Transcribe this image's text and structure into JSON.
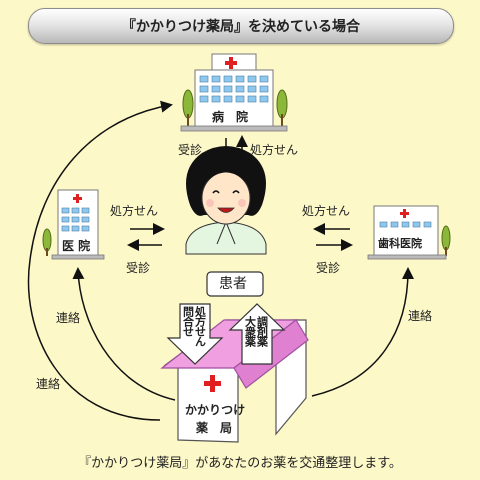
{
  "title": "『かかりつけ薬局』を決めている場合",
  "nodes": {
    "hospital": "病　院",
    "clinic": "医 院",
    "dental": "歯科医院",
    "patient": "患者",
    "pharmacy_line1": "かかりつけ",
    "pharmacy_line2": "薬　局"
  },
  "edges": {
    "hospital_consult": "受診",
    "hospital_prescription": "処方せん",
    "clinic_prescription": "処方せん",
    "clinic_consult": "受診",
    "dental_prescription": "処方せん",
    "dental_consult": "受診",
    "contact_left_outer": "連絡",
    "contact_left_inner": "連絡",
    "contact_right": "連絡",
    "prescription_inquiry_col1": "問合せ",
    "prescription_inquiry_col2": "処方せん",
    "dispense_col1": "調剤薬",
    "dispense_col2": "大衆薬"
  },
  "footer": "『かかりつけ薬局』があなたのお薬を交通整理します。",
  "colors": {
    "background": "#fdf8c8",
    "roof": "#f0a0e0",
    "red_cross": "#e02020"
  }
}
